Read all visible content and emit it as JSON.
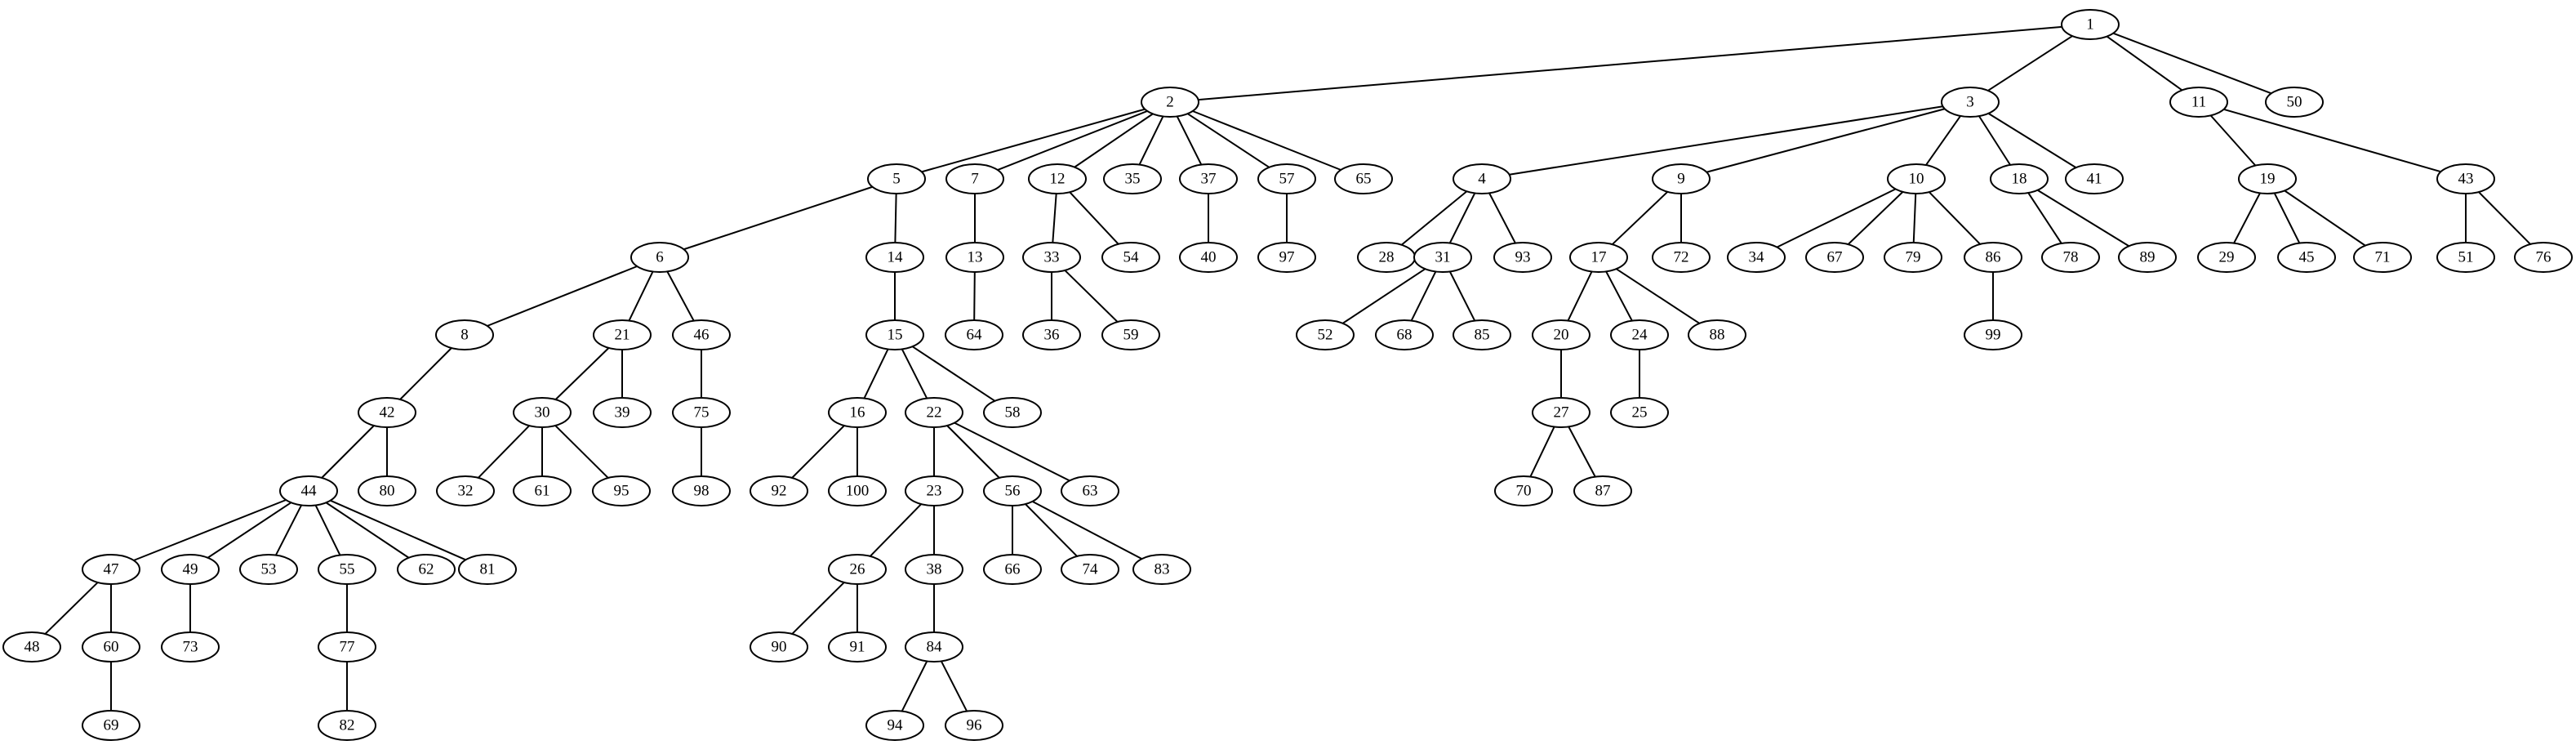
{
  "diagram": {
    "type": "tree",
    "nodes": [
      "1",
      "2",
      "3",
      "11",
      "50",
      "5",
      "7",
      "12",
      "35",
      "37",
      "57",
      "65",
      "4",
      "9",
      "10",
      "18",
      "41",
      "19",
      "43",
      "6",
      "14",
      "13",
      "33",
      "54",
      "40",
      "97",
      "28",
      "31",
      "93",
      "17",
      "72",
      "34",
      "67",
      "79",
      "86",
      "78",
      "89",
      "29",
      "45",
      "71",
      "51",
      "76",
      "8",
      "21",
      "46",
      "15",
      "64",
      "36",
      "59",
      "52",
      "68",
      "85",
      "20",
      "24",
      "88",
      "99",
      "42",
      "30",
      "39",
      "75",
      "16",
      "22",
      "58",
      "27",
      "25",
      "44",
      "80",
      "32",
      "61",
      "95",
      "98",
      "92",
      "100",
      "23",
      "56",
      "63",
      "70",
      "87",
      "47",
      "49",
      "53",
      "55",
      "62",
      "81",
      "26",
      "38",
      "66",
      "74",
      "83",
      "48",
      "60",
      "73",
      "77",
      "90",
      "91",
      "84",
      "69",
      "82",
      "94",
      "96"
    ],
    "edges": [
      [
        "1",
        "2"
      ],
      [
        "1",
        "3"
      ],
      [
        "1",
        "11"
      ],
      [
        "1",
        "50"
      ],
      [
        "2",
        "5"
      ],
      [
        "2",
        "7"
      ],
      [
        "2",
        "12"
      ],
      [
        "2",
        "35"
      ],
      [
        "2",
        "37"
      ],
      [
        "2",
        "57"
      ],
      [
        "2",
        "65"
      ],
      [
        "3",
        "4"
      ],
      [
        "3",
        "9"
      ],
      [
        "3",
        "10"
      ],
      [
        "3",
        "18"
      ],
      [
        "3",
        "41"
      ],
      [
        "11",
        "19"
      ],
      [
        "11",
        "43"
      ],
      [
        "5",
        "6"
      ],
      [
        "5",
        "14"
      ],
      [
        "7",
        "13"
      ],
      [
        "12",
        "33"
      ],
      [
        "12",
        "54"
      ],
      [
        "37",
        "40"
      ],
      [
        "57",
        "97"
      ],
      [
        "4",
        "28"
      ],
      [
        "4",
        "31"
      ],
      [
        "4",
        "93"
      ],
      [
        "9",
        "17"
      ],
      [
        "9",
        "72"
      ],
      [
        "10",
        "34"
      ],
      [
        "10",
        "67"
      ],
      [
        "10",
        "79"
      ],
      [
        "10",
        "86"
      ],
      [
        "18",
        "78"
      ],
      [
        "18",
        "89"
      ],
      [
        "19",
        "29"
      ],
      [
        "19",
        "45"
      ],
      [
        "19",
        "71"
      ],
      [
        "43",
        "51"
      ],
      [
        "43",
        "76"
      ],
      [
        "6",
        "8"
      ],
      [
        "6",
        "21"
      ],
      [
        "6",
        "46"
      ],
      [
        "14",
        "15"
      ],
      [
        "13",
        "64"
      ],
      [
        "33",
        "36"
      ],
      [
        "33",
        "59"
      ],
      [
        "31",
        "52"
      ],
      [
        "31",
        "68"
      ],
      [
        "31",
        "85"
      ],
      [
        "17",
        "20"
      ],
      [
        "17",
        "24"
      ],
      [
        "17",
        "88"
      ],
      [
        "86",
        "99"
      ],
      [
        "8",
        "42"
      ],
      [
        "21",
        "30"
      ],
      [
        "21",
        "39"
      ],
      [
        "46",
        "75"
      ],
      [
        "15",
        "16"
      ],
      [
        "15",
        "22"
      ],
      [
        "15",
        "58"
      ],
      [
        "20",
        "27"
      ],
      [
        "24",
        "25"
      ],
      [
        "42",
        "44"
      ],
      [
        "42",
        "80"
      ],
      [
        "30",
        "32"
      ],
      [
        "30",
        "61"
      ],
      [
        "30",
        "95"
      ],
      [
        "75",
        "98"
      ],
      [
        "16",
        "92"
      ],
      [
        "16",
        "100"
      ],
      [
        "22",
        "23"
      ],
      [
        "22",
        "56"
      ],
      [
        "22",
        "63"
      ],
      [
        "27",
        "70"
      ],
      [
        "27",
        "87"
      ],
      [
        "44",
        "47"
      ],
      [
        "44",
        "49"
      ],
      [
        "44",
        "53"
      ],
      [
        "44",
        "55"
      ],
      [
        "44",
        "62"
      ],
      [
        "44",
        "81"
      ],
      [
        "23",
        "26"
      ],
      [
        "23",
        "38"
      ],
      [
        "56",
        "66"
      ],
      [
        "56",
        "74"
      ],
      [
        "56",
        "83"
      ],
      [
        "47",
        "48"
      ],
      [
        "47",
        "60"
      ],
      [
        "49",
        "73"
      ],
      [
        "55",
        "77"
      ],
      [
        "26",
        "90"
      ],
      [
        "26",
        "91"
      ],
      [
        "38",
        "84"
      ],
      [
        "60",
        "69"
      ],
      [
        "77",
        "82"
      ],
      [
        "84",
        "94"
      ],
      [
        "84",
        "96"
      ]
    ]
  }
}
